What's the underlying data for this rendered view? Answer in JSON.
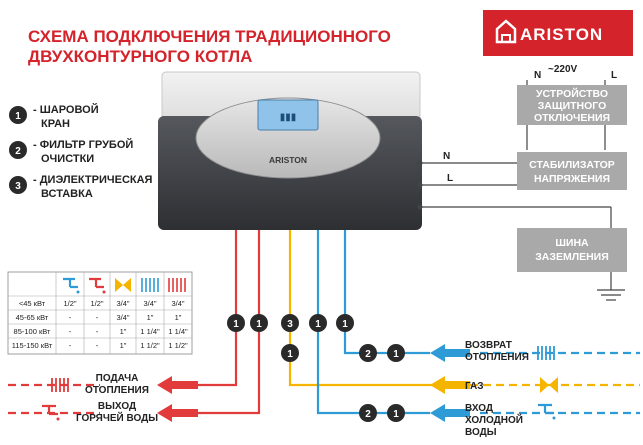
{
  "title": {
    "line1": "СХЕМА ПОДКЛЮЧЕНИЯ ТРАДИЦИОННОГО",
    "line2": "ДВУХКОНТУРНОГО КОТЛА"
  },
  "logo": {
    "text": "ARISTON",
    "boiler_brand": "ARISTON"
  },
  "legend": [
    {
      "num": "1",
      "text_line1": "- ШАРОВОЙ",
      "text_line2": "КРАН"
    },
    {
      "num": "2",
      "text_line1": "- ФИЛЬТР ГРУБОЙ",
      "text_line2": "ОЧИСТКИ"
    },
    {
      "num": "3",
      "text_line1": "- ДИЭЛЕКТРИЧЕСКАЯ",
      "text_line2": "ВСТАВКА"
    }
  ],
  "electrical": {
    "voltage": "~220V",
    "n": "N",
    "l": "L",
    "protective_device": [
      "УСТРОЙСТВО",
      "ЗАЩИТНОГО",
      "ОТКЛЮЧЕНИЯ"
    ],
    "stabilizer": [
      "СТАБИЛИЗАТОР",
      "НАПРЯЖЕНИЯ"
    ],
    "grounding": [
      "ШИНА",
      "ЗАЗЕМЛЕНИЯ"
    ]
  },
  "table": {
    "rows": [
      [
        "<45 кВт",
        "1/2\"",
        "1/2\"",
        "3/4\"",
        "3/4\"",
        "3/4\""
      ],
      [
        "45-65 кВт",
        "-",
        "-",
        "3/4\"",
        "1\"",
        "1\""
      ],
      [
        "85-100 кВт",
        "-",
        "-",
        "1\"",
        "1 1/4\"",
        "1 1/4\""
      ],
      [
        "115-150 кВт",
        "-",
        "-",
        "1\"",
        "1 1/2\"",
        "1 1/2\""
      ]
    ]
  },
  "pipes": {
    "heating_supply": [
      "ПОДАЧА",
      "ОТОПЛЕНИЯ"
    ],
    "hot_water_out": [
      "ВЫХОД",
      "ГОРЯЧЕЙ ВОДЫ"
    ],
    "heating_return": [
      "ВОЗВРАТ",
      "ОТОПЛЕНИЯ"
    ],
    "gas": "ГАЗ",
    "cold_water_in": [
      "ВХОД",
      "ХОЛОДНОЙ",
      "ВОДЫ"
    ]
  },
  "badges": {
    "row1": [
      "1",
      "1",
      "3",
      "1",
      "1"
    ],
    "gas_valve": "1",
    "return_filter": "2",
    "return_valve": "1",
    "cold_filter": "2",
    "cold_valve": "1"
  },
  "colors": {
    "red": "#e23b3b",
    "blue": "#2e9bd6",
    "yellow": "#f4b400",
    "brand_red": "#d4232a",
    "gray_box": "#a9a9a9",
    "boiler_dark": "#3c3f44"
  }
}
